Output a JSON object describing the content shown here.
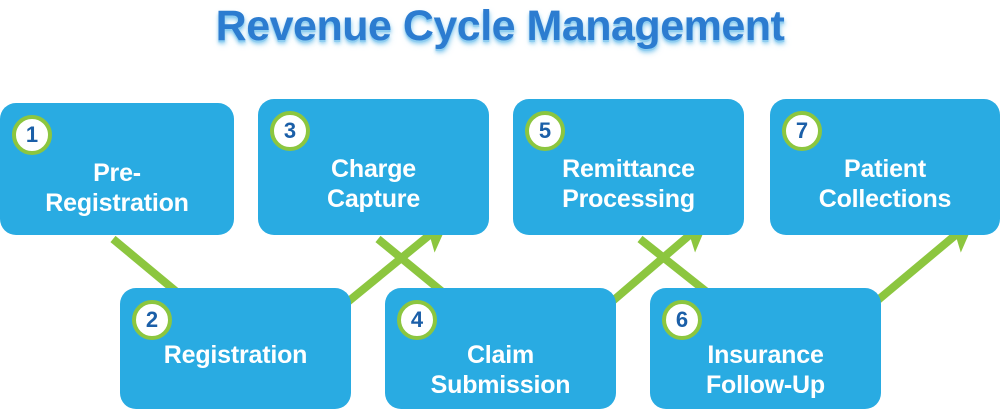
{
  "header": {
    "title": "Revenue Cycle Management"
  },
  "theme": {
    "box_fill": "#29ABE2",
    "badge_ring": "#8CC63F",
    "badge_fill": "#FFFFFF",
    "badge_number_color": "#1B5FA8",
    "arrow_color": "#8CC63F",
    "title_color": "#2C7CD0",
    "title_glow": "#8FCDF0",
    "label_color": "#FFFFFF",
    "background": "#FFFFFF"
  },
  "diagram": {
    "type": "zigzag-process-flow",
    "step_count": 7,
    "steps": [
      {
        "number": "1",
        "label": "Pre-\nRegistration",
        "label_line_1": "Pre-",
        "label_line_2": "Registration",
        "row": "top"
      },
      {
        "number": "2",
        "label": "Registration",
        "label_line_1": "Registration",
        "label_line_2": "",
        "row": "bottom"
      },
      {
        "number": "3",
        "label": "Charge\nCapture",
        "label_line_1": "Charge",
        "label_line_2": "Capture",
        "row": "top"
      },
      {
        "number": "4",
        "label": "Claim\nSubmission",
        "label_line_1": "Claim",
        "label_line_2": "Submission",
        "row": "bottom"
      },
      {
        "number": "5",
        "label": "Remittance\nProcessing",
        "label_line_1": "Remittance",
        "label_line_2": "Processing",
        "row": "top"
      },
      {
        "number": "6",
        "label": "Insurance\nFollow-Up",
        "label_line_1": "Insurance",
        "label_line_2": "Follow-Up",
        "row": "bottom"
      },
      {
        "number": "7",
        "label": "Patient\nCollections",
        "label_line_1": "Patient",
        "label_line_2": "Collections",
        "row": "top"
      }
    ],
    "connections": [
      {
        "from": "1",
        "to": "2",
        "direction": "down-right"
      },
      {
        "from": "2",
        "to": "3",
        "direction": "up-right"
      },
      {
        "from": "3",
        "to": "4",
        "direction": "down-right"
      },
      {
        "from": "4",
        "to": "5",
        "direction": "up-right"
      },
      {
        "from": "5",
        "to": "6",
        "direction": "down-right"
      },
      {
        "from": "6",
        "to": "7",
        "direction": "up-right"
      }
    ]
  }
}
